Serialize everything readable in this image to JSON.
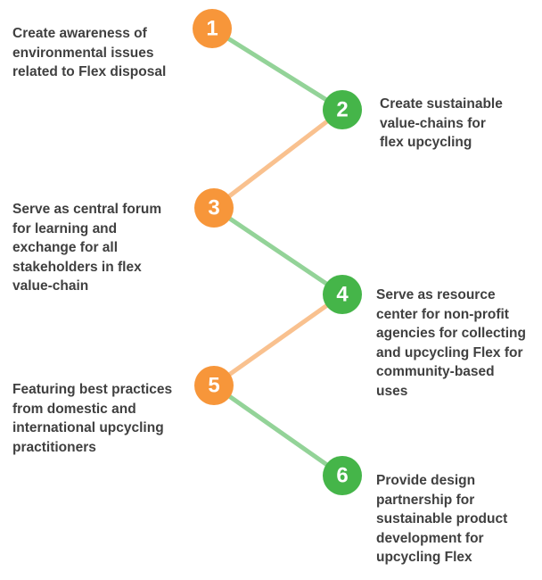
{
  "colors": {
    "orange": "#F7963A",
    "green": "#45B549",
    "line_orange": "#F9C18F",
    "line_green": "#93D398",
    "text": "#404040"
  },
  "steps": [
    {
      "number": "1",
      "color": "orange",
      "side": "left",
      "lines": [
        "Create awareness of",
        "environmental issues",
        "related to Flex disposal"
      ]
    },
    {
      "number": "2",
      "color": "green",
      "side": "right",
      "lines": [
        "Create sustainable",
        "value-chains for",
        "flex upcycling"
      ]
    },
    {
      "number": "3",
      "color": "orange",
      "side": "left",
      "lines": [
        "Serve as central forum",
        "for learning and",
        "exchange for all",
        "stakeholders in flex",
        "value-chain"
      ]
    },
    {
      "number": "4",
      "color": "green",
      "side": "right",
      "lines": [
        "Serve as resource",
        "center for non-profit",
        "agencies for collecting",
        "and upcycling Flex for",
        "community-based",
        "uses"
      ]
    },
    {
      "number": "5",
      "color": "orange",
      "side": "left",
      "lines": [
        "Featuring best practices",
        "from domestic and",
        "international upcycling",
        "practitioners"
      ]
    },
    {
      "number": "6",
      "color": "green",
      "side": "right",
      "lines": [
        "Provide design",
        "partnership for",
        "sustainable product",
        "development for",
        "upcycling Flex"
      ]
    }
  ],
  "connectors": [
    {
      "from": "1",
      "to": "2",
      "color": "line_green"
    },
    {
      "from": "2",
      "to": "3",
      "color": "line_orange"
    },
    {
      "from": "3",
      "to": "4",
      "color": "line_green"
    },
    {
      "from": "4",
      "to": "5",
      "color": "line_orange"
    },
    {
      "from": "5",
      "to": "6",
      "color": "line_green"
    }
  ]
}
